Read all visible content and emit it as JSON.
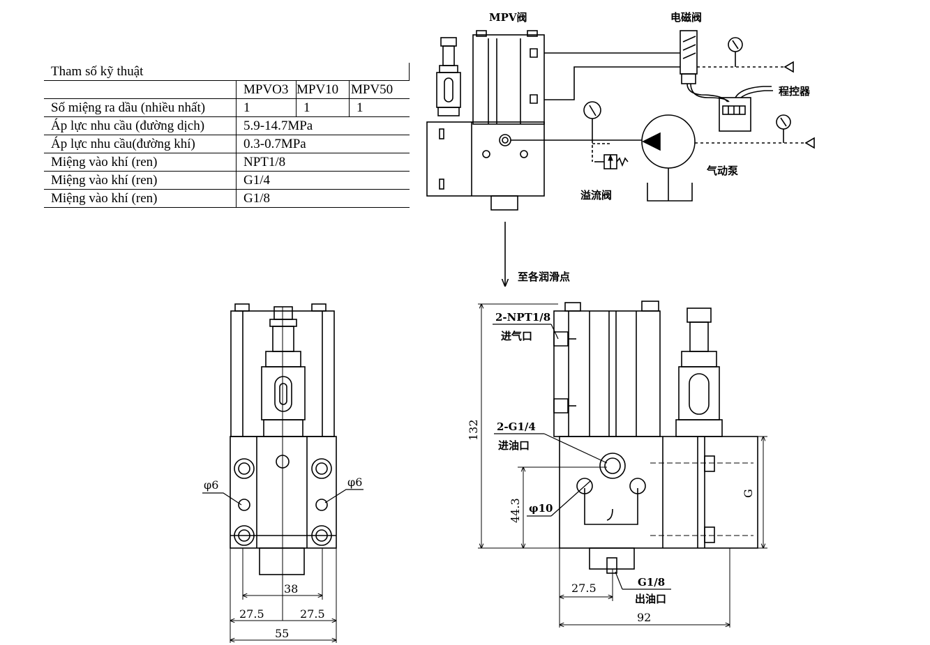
{
  "table": {
    "title": "Tham số kỹ thuật",
    "models": [
      "MPVO3",
      "MPV10",
      "MPV50"
    ],
    "rows": [
      {
        "label": "Số miệng ra dầu (nhiều nhất)",
        "values": [
          "1",
          "1",
          "1"
        ]
      },
      {
        "label": "Áp lực nhu cầu (đường dịch)",
        "value": "5.9-14.7MPa"
      },
      {
        "label": "Áp lực nhu cầu(đường khí)",
        "value": "0.3-0.7MPa"
      },
      {
        "label": "Miệng vào khí (ren)",
        "value": "NPT1/8"
      },
      {
        "label": "Miệng vào khí (ren)",
        "value": "G1/4"
      },
      {
        "label": "Miệng vào khí (ren)",
        "value": "G1/8"
      }
    ]
  },
  "schematic": {
    "mpv_valve": "MPV阀",
    "solenoid_valve": "电磁阀",
    "controller": "程控器",
    "air_pump": "气动泵",
    "relief_valve": "溢流阀",
    "to_lube_points": "至各润滑点"
  },
  "side_view": {
    "dims": {
      "phi_left": "φ6",
      "phi_right": "φ6",
      "d38": "38",
      "d27_5_left": "27.5",
      "d27_5_right": "27.5",
      "d55": "55"
    }
  },
  "front_view": {
    "air_port_spec": "2-NPT1/8",
    "air_port_name": "进气口",
    "oil_in_spec": "2-G1/4",
    "oil_in_name": "进油口",
    "phi10": "φ10",
    "oil_out_spec": "G1/8",
    "oil_out_name": "出油口",
    "dims": {
      "d132": "132",
      "d44_3": "44.3",
      "d27_5": "27.5",
      "d92": "92",
      "G": "G"
    }
  }
}
